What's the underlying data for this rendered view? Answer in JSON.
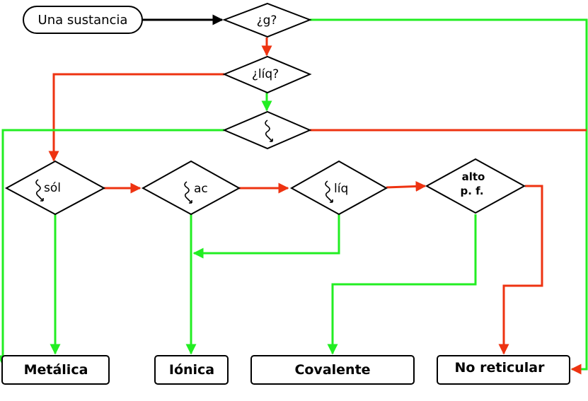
{
  "colors": {
    "yes": "#22ee22",
    "no": "#ee3311",
    "flow": "#000000",
    "stroke": "#000000"
  },
  "nodes": {
    "start": "Una sustancia",
    "q_gas": "¿g?",
    "q_liquid": "¿líq?",
    "q_empty": "",
    "q_solid": "sól",
    "q_acid": "ac",
    "q_liq2": "líq",
    "q_high_line1": "alto",
    "q_high_line2": "p. f."
  },
  "results": {
    "metallic": "Metálica",
    "ionic": "Iónica",
    "covalent": "Covalente",
    "non_reticular": "No reticular"
  },
  "icons": {
    "question": "squiggle-question-icon"
  }
}
